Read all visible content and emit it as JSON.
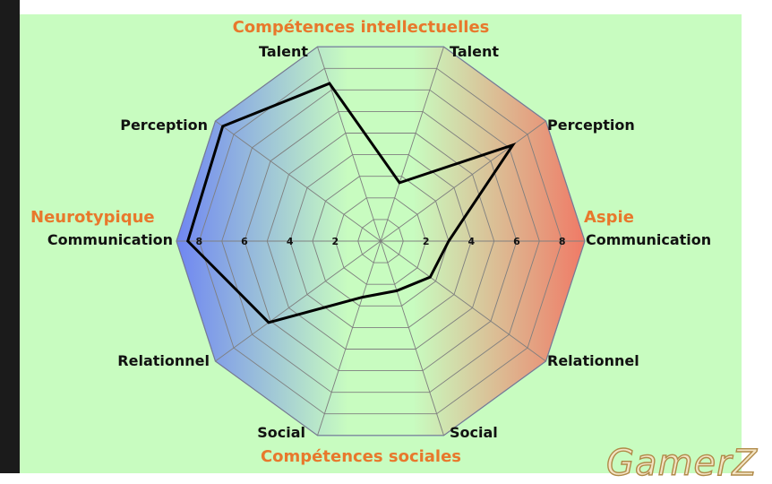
{
  "chart_data": {
    "type": "radar",
    "title": "",
    "axes": [
      "Communication",
      "Perception",
      "Talent",
      "Talent",
      "Perception",
      "Communication",
      "Relationnel",
      "Social",
      "Social",
      "Relationnel"
    ],
    "side_labels": {
      "top": "Compétences intellectuelles",
      "bottom": "Compétences sociales",
      "left": "Neurotypique",
      "right": "Aspie"
    },
    "radial_range": [
      0,
      9
    ],
    "ticks": [
      2,
      4,
      6,
      8
    ],
    "tick_labels": {
      "right": [
        "2",
        "4",
        "6",
        "8"
      ],
      "left": [
        "2",
        "4",
        "6",
        "8"
      ]
    },
    "series": [
      {
        "values": [
          3.0,
          7.2,
          2.7,
          7.3,
          8.6,
          8.5,
          6.1,
          2.6,
          2.3,
          2.7
        ]
      }
    ],
    "colors": {
      "panel": "#c8fcc0",
      "aspie_side": "#f07a66",
      "neurotypique_side": "#6f86f2",
      "center": "#c8fcc0",
      "heading": "#e8782c",
      "series_line": "#000000",
      "grid": "#7f7f7f"
    }
  },
  "watermark": "GamerZ"
}
